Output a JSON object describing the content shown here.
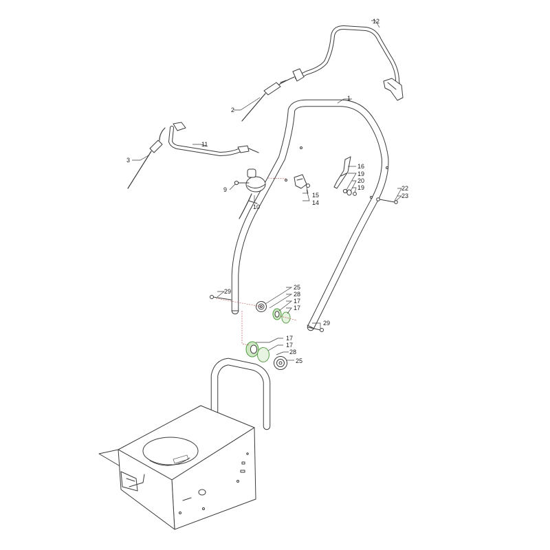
{
  "callouts": [
    {
      "id": "c1",
      "label": "1"
    },
    {
      "id": "c2",
      "label": "2"
    },
    {
      "id": "c3",
      "label": "3"
    },
    {
      "id": "c9",
      "label": "9"
    },
    {
      "id": "c10",
      "label": "10"
    },
    {
      "id": "c11",
      "label": "11"
    },
    {
      "id": "c12",
      "label": "12"
    },
    {
      "id": "c14",
      "label": "14"
    },
    {
      "id": "c15",
      "label": "15"
    },
    {
      "id": "c16",
      "label": "16"
    },
    {
      "id": "c19a",
      "label": "19"
    },
    {
      "id": "c20",
      "label": "20"
    },
    {
      "id": "c19b",
      "label": "19"
    },
    {
      "id": "c22",
      "label": "22"
    },
    {
      "id": "c23",
      "label": "23"
    },
    {
      "id": "c29a",
      "label": "29"
    },
    {
      "id": "c25a",
      "label": "25"
    },
    {
      "id": "c28a",
      "label": "28"
    },
    {
      "id": "c17a",
      "label": "17"
    },
    {
      "id": "c17b",
      "label": "17"
    },
    {
      "id": "c29b",
      "label": "29"
    },
    {
      "id": "c17c",
      "label": "17"
    },
    {
      "id": "c17d",
      "label": "17"
    },
    {
      "id": "c28b",
      "label": "28"
    },
    {
      "id": "c25b",
      "label": "25"
    }
  ],
  "colors": {
    "line": "#3a3a3a",
    "highlight_green": "#4d9a3e",
    "assembly_red": "#b23a3a",
    "background": "#ffffff"
  }
}
